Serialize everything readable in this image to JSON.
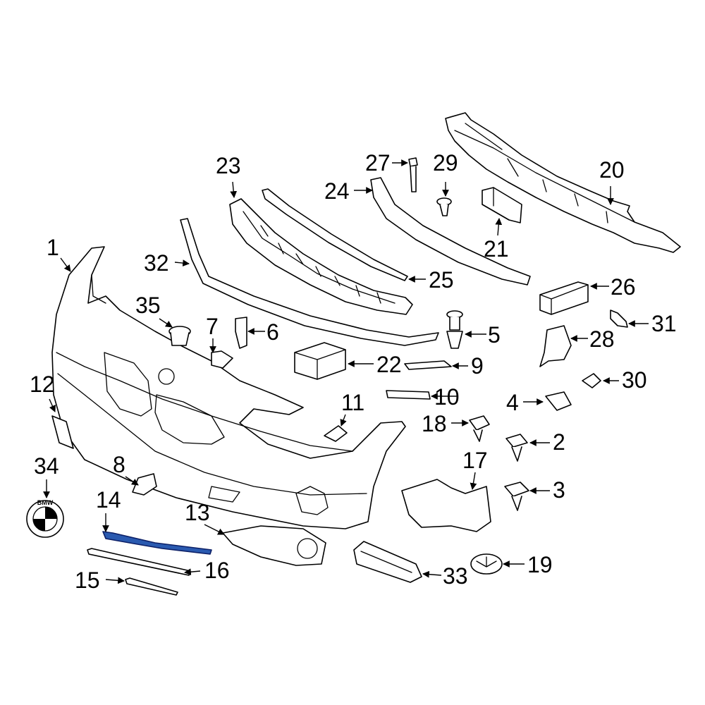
{
  "highlight_color": "#2a5ab0",
  "highlighted_part": "14",
  "emblem_text": "BMW",
  "callouts": [
    "1",
    "2",
    "3",
    "4",
    "5",
    "6",
    "7",
    "8",
    "9",
    "10",
    "11",
    "12",
    "13",
    "14",
    "15",
    "16",
    "17",
    "18",
    "19",
    "20",
    "21",
    "22",
    "23",
    "24",
    "25",
    "26",
    "27",
    "28",
    "29",
    "30",
    "31",
    "32",
    "33",
    "34",
    "35"
  ]
}
